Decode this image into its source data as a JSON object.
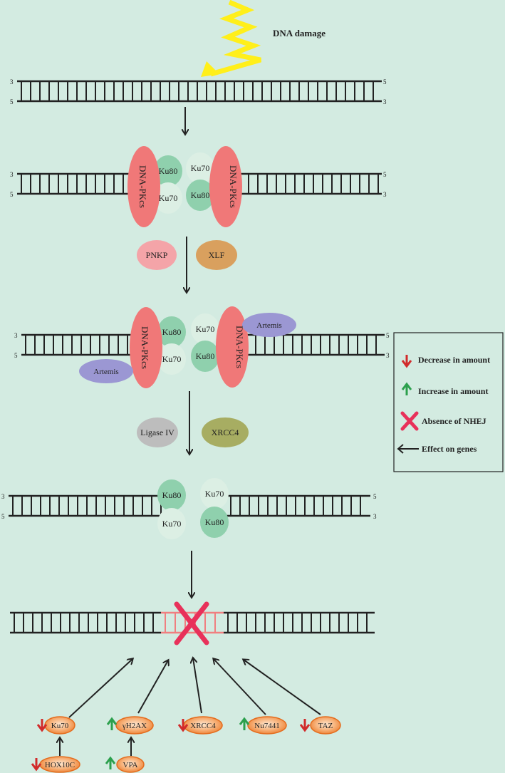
{
  "damage_label": "DNA damage",
  "end_labels": {
    "three": "3",
    "five": "5"
  },
  "proteins": {
    "dna_pkcs": "DNA-PKcs",
    "ku80": "Ku80",
    "ku70": "Ku70",
    "pnkp": "PNKP",
    "xlf": "XLF",
    "artemis": "Artemis",
    "ligase_iv": "Ligase IV",
    "xrcc4": "XRCC4"
  },
  "legend": {
    "decrease": "Decrease in amount",
    "increase": "Increase in amount",
    "absence": "Absence of NHEJ",
    "effect": "Effect on genes"
  },
  "factors": {
    "ku70": "Ku70",
    "h2ax": "γH2AX",
    "xrcc4": "XRCC4",
    "nu7441": "Nu7441",
    "taz": "TAZ",
    "hox10c": "HOX10C",
    "vpa": "VPA"
  },
  "colors": {
    "background": "#d3ebe1",
    "dna": "#222222",
    "dna_broken": "#f07f80",
    "dna_pkcs": "#f07878",
    "ku_dark": "#8fd0ad",
    "ku_light": "#dcefe4",
    "pnkp": "#f4a4a8",
    "xlf": "#d9a05e",
    "artemis": "#9b97d3",
    "ligase_iv": "#bdbdbd",
    "xrcc4": "#a7ad62",
    "cross": "#e8315a",
    "down_arrow": "#d12b2b",
    "up_arrow": "#2ca04d",
    "factor_fill": "#f39247",
    "bolt": "#ffef1a"
  }
}
